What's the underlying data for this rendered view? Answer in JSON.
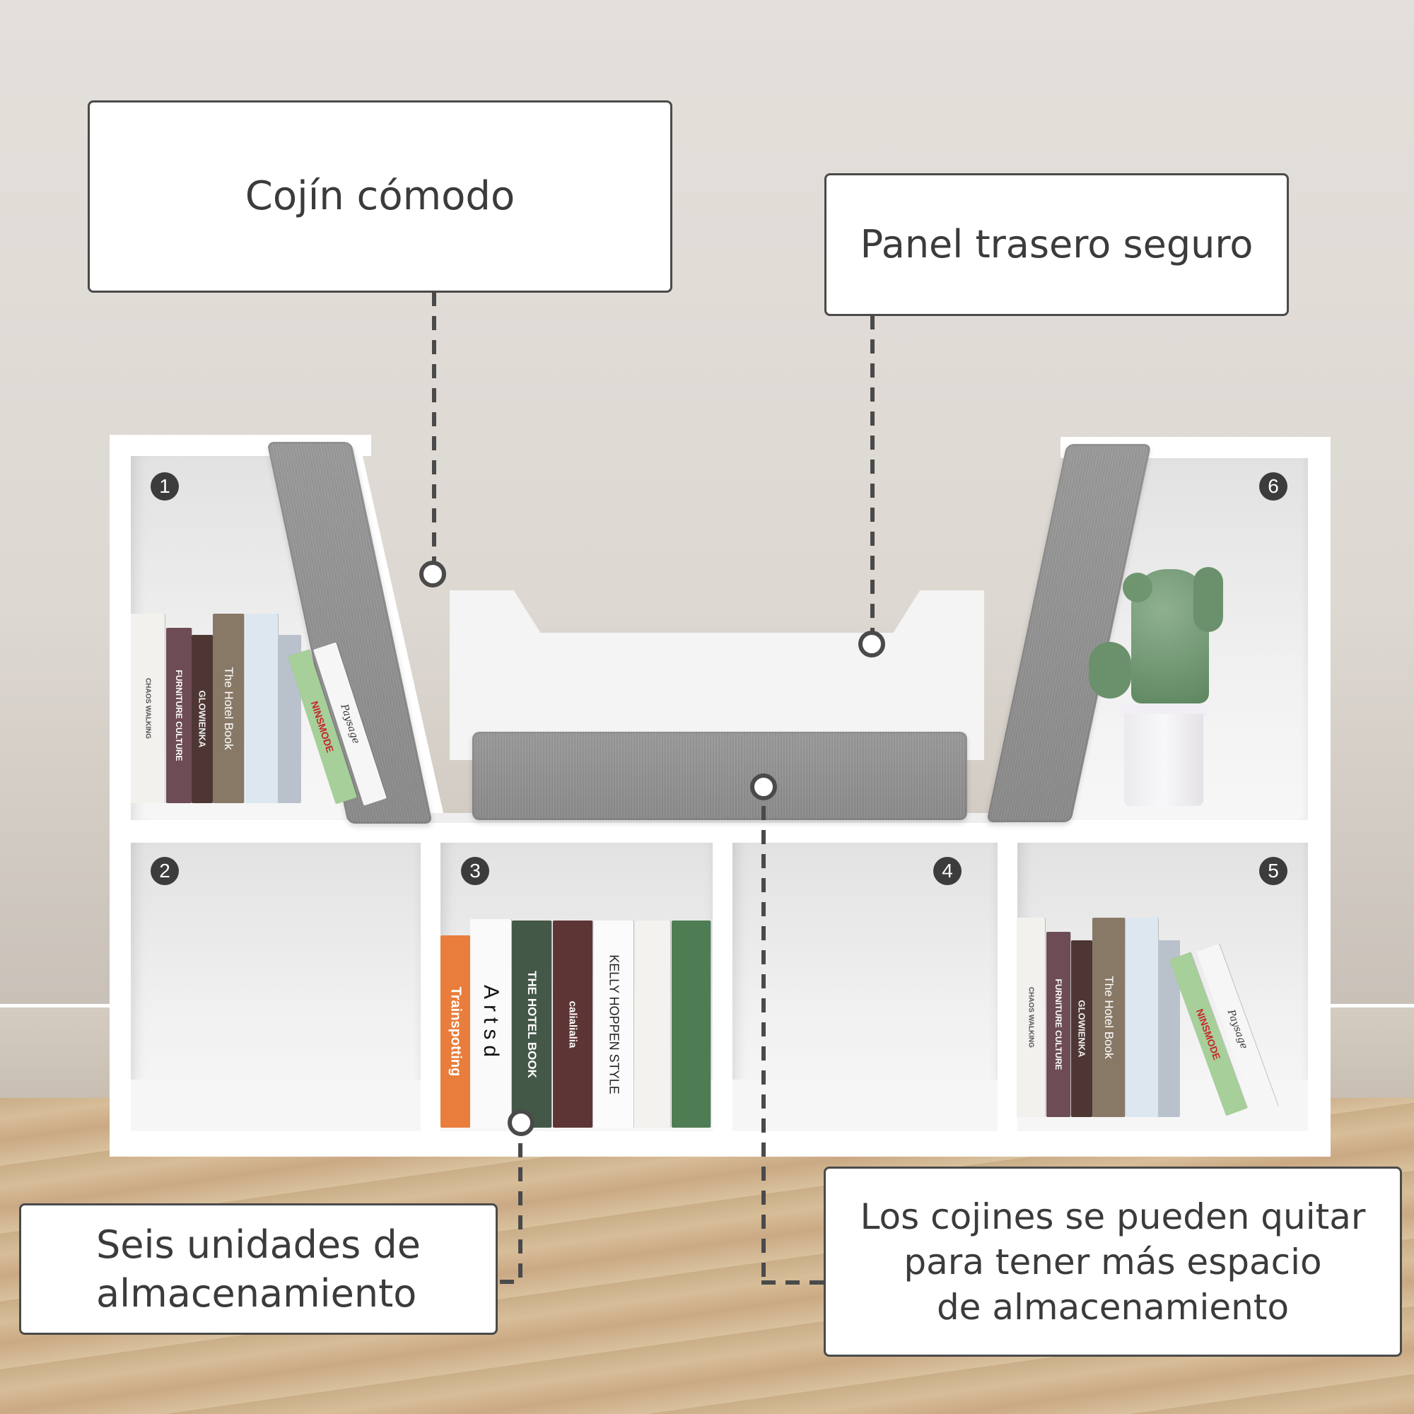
{
  "callouts": [
    {
      "id": "cushion",
      "text": "Cojín cómodo"
    },
    {
      "id": "back-panel",
      "text": "Panel trasero seguro"
    },
    {
      "id": "six-units",
      "text": "Seis unidades de\nalmacenamiento"
    },
    {
      "id": "removable-cushions",
      "text": "Los cojines se pueden quitar\npara tener más espacio\nde almacenamiento"
    }
  ],
  "compartments": [
    {
      "number": "1"
    },
    {
      "number": "2"
    },
    {
      "number": "3"
    },
    {
      "number": "4"
    },
    {
      "number": "5"
    },
    {
      "number": "6"
    }
  ],
  "books": {
    "left_top": [
      "CHAOS WALKING",
      "FURNITURE CULTURE",
      "GLOWIENKA",
      "The Hotel Book",
      "",
      "",
      "NINSMODE",
      "Paysage"
    ],
    "middle_bottom": [
      "Trainspotting",
      "Artsd",
      "THE HOTEL BOOK",
      "calialialia",
      "KELLY HOPPEN STYLE",
      "",
      ""
    ],
    "right_bottom": [
      "CHAOS WALKING",
      "FURNITURE CULTURE",
      "GLOWIENKA",
      "The Hotel Book",
      "",
      "",
      "NINSMODE",
      "Paysage"
    ]
  },
  "colors": {
    "wall": "#e3dfda",
    "floor": "#d2b692",
    "callout_border": "#4a4a4a",
    "callout_text": "#3b3b3b",
    "cushion": "#8f8f8f",
    "badge": "#3c3c3c"
  }
}
